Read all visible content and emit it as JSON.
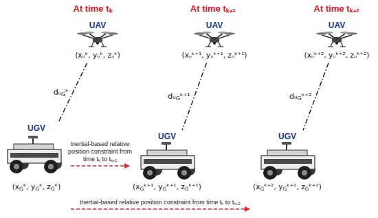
{
  "diagram": {
    "nodes": [
      {
        "text": [
          "UAV",
          "(xᵤᵏ, yᵤᵏ, zᵤᵏ)"
        ]
      },
      {
        "text": [
          "UAV",
          "(xᵤᵏ⁺¹, yᵤᵏ⁺¹, zᵤᵏ⁺¹)"
        ]
      },
      {
        "text": [
          "UAV",
          "(xᵤᵏ⁺², yᵤᵏ⁺², zᵤᵏ⁺²)"
        ]
      },
      {
        "text": [
          "UGV",
          "(xGᵏ, yGᵏ, zGᵏ)"
        ]
      },
      {
        "text": [
          "UGV",
          "(xGᵏ⁺¹, yGᵏ⁺¹, zGᵏ⁺¹)"
        ]
      },
      {
        "text": [
          "UGV",
          "(xGᵏ⁺², yGᵏ⁺², zGᵏ⁺²)"
        ]
      }
    ],
    "edges": [
      {
        "from": 0,
        "to": 3,
        "arrow": "none",
        "label": "dᵤGᵏ"
      },
      {
        "from": 1,
        "to": 4,
        "arrow": "none",
        "label": "dᵤGᵏ⁺¹"
      },
      {
        "from": 2,
        "to": 5,
        "arrow": "none",
        "label": "dᵤGᵏ⁺²"
      },
      {
        "from": 3,
        "to": 4,
        "arrow": "to",
        "label": "Inertial-based relative position constraint from time tₖ to tₖ₊₁"
      },
      {
        "from": 3,
        "to": 5,
        "arrow": "to",
        "label": "Inertial-based relative position constraint from time tₖ to tₖ₊₂"
      }
    ],
    "labels": [
      "At time tₖ",
      "At time tₖ₊₁",
      "At time tₖ₊₂"
    ]
  }
}
